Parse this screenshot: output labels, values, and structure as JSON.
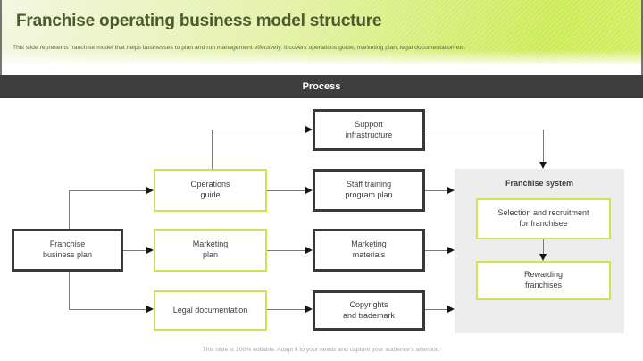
{
  "slide": {
    "title": "Franchise operating business model structure",
    "subtitle": "This slide represents franchise model that helps businesses to plan and run management effectively. It covers operations guide, marketing plan, legal documentation etc.",
    "footer_note": "This slide is 100% editable. Adapt it to your needs and capture your audience's attention."
  },
  "process_bar": {
    "label": "Process"
  },
  "diagram": {
    "boxes": {
      "franchise_business_plan": "Franchise\nbusiness plan",
      "operations_guide": "Operations\nguide",
      "marketing_plan": "Marketing\nplan",
      "legal_documentation": "Legal documentation",
      "support_infrastructure": "Support\ninfrastructure",
      "staff_training_program_plan": "Staff training\nprogram plan",
      "marketing_materials": "Marketing\nmaterials",
      "copyrights_and_trademark": "Copyrights\nand trademark"
    },
    "franchise_system": {
      "title": "Franchise system",
      "selection_recruitment": "Selection and recruitment\nfor franchisee",
      "rewarding_franchises": "Rewarding\nfranchises"
    }
  },
  "colors": {
    "accent_green": "#c9e551",
    "header_gradient_start": "#f2f6df",
    "header_gradient_end": "#cdeb58",
    "dark_bar": "#3e3e3e",
    "panel_gray": "#ededed",
    "title_text": "#4b5b2d"
  }
}
